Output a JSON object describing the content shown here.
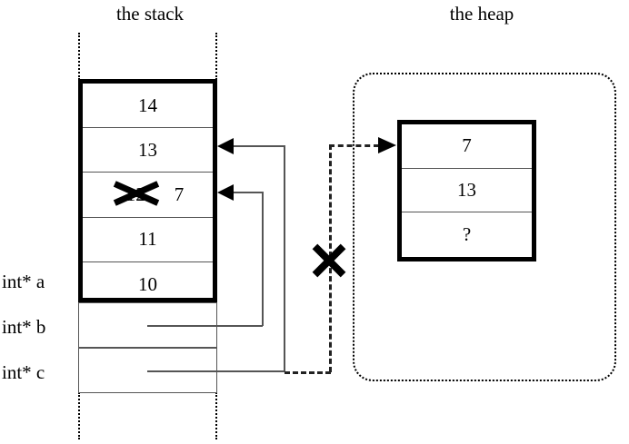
{
  "diagram": {
    "stack": {
      "title": "the stack",
      "frame_cells": [
        {
          "value": "14"
        },
        {
          "value": "13"
        },
        {
          "old_value": "12",
          "new_value": "7",
          "struck": true
        },
        {
          "value": "11"
        },
        {
          "value": "10"
        }
      ],
      "pointer_vars": [
        {
          "label": "int* a",
          "name": "a"
        },
        {
          "label": "int* b",
          "name": "b"
        },
        {
          "label": "int* c",
          "name": "c"
        }
      ],
      "ellipsis_top": "vertical-dotted-continuation",
      "ellipsis_bottom": "vertical-dotted-continuation"
    },
    "heap": {
      "title": "the heap",
      "cells": [
        {
          "value": "7"
        },
        {
          "value": "13"
        },
        {
          "value": "?"
        }
      ],
      "region_style": "dotted-rounded-boundary"
    },
    "arrows": [
      {
        "name": "c-points-to-stack-13",
        "from": "int* c",
        "to": "stack cell 13",
        "style": "solid",
        "head": "left"
      },
      {
        "name": "b-points-to-stack-7",
        "from": "int* b",
        "to": "stack cell 7",
        "style": "solid",
        "head": "left"
      },
      {
        "name": "c-points-to-heap",
        "from": "int* c",
        "to": "heap cell 7",
        "style": "dashed",
        "head": "right",
        "cancelled": true
      }
    ],
    "marks": [
      {
        "name": "strike-out-12",
        "kind": "x-mark",
        "over": "12"
      },
      {
        "name": "cancel-heap-pointer",
        "kind": "x-mark",
        "over": "dashed heap pointer"
      }
    ],
    "colors": {
      "ink": "#000000",
      "background": "#ffffff",
      "thin_rule": "#555555"
    }
  }
}
